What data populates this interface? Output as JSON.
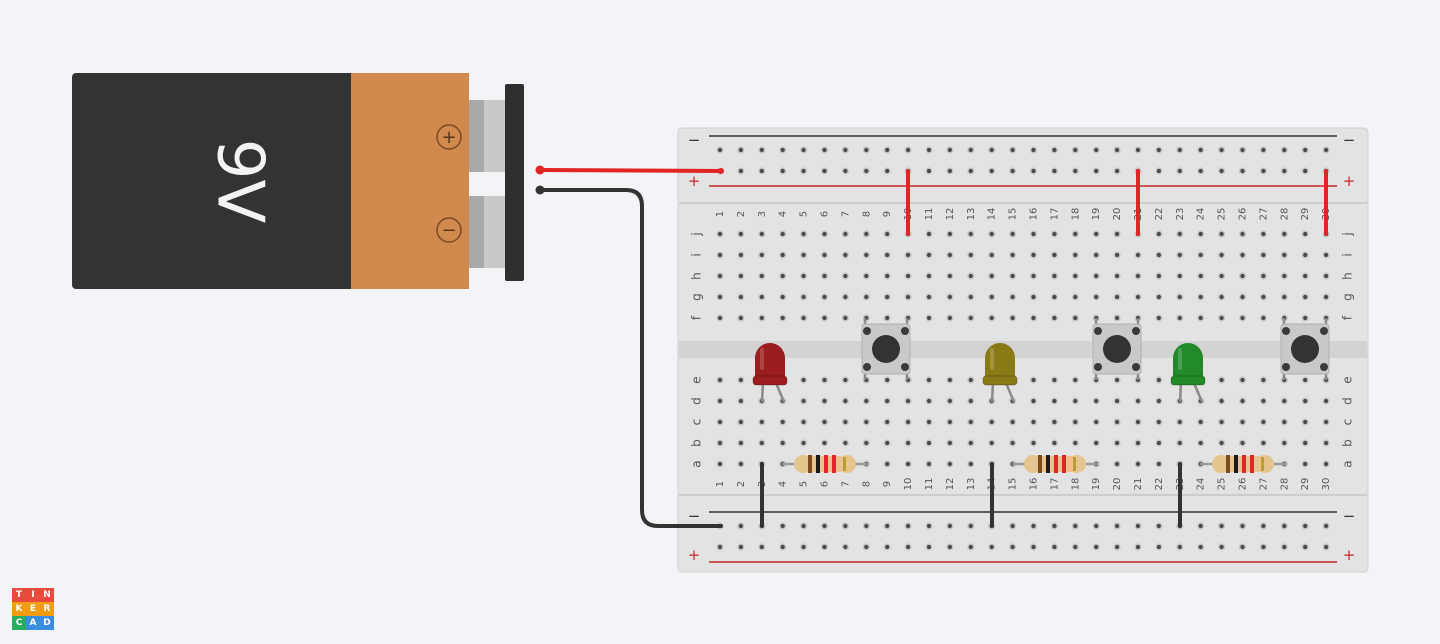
{
  "battery": {
    "label": "9V",
    "plus_symbol": "+",
    "minus_symbol": "−"
  },
  "breadboard": {
    "columns": [
      "1",
      "2",
      "3",
      "4",
      "5",
      "6",
      "7",
      "8",
      "9",
      "10",
      "11",
      "12",
      "13",
      "14",
      "15",
      "16",
      "17",
      "18",
      "19",
      "20",
      "21",
      "22",
      "23",
      "24",
      "25",
      "26",
      "27",
      "28",
      "29",
      "30"
    ],
    "top_rows": [
      "j",
      "i",
      "h",
      "g",
      "f"
    ],
    "bottom_rows": [
      "e",
      "d",
      "c",
      "b",
      "a"
    ],
    "rail_minus": "−",
    "rail_plus": "+"
  },
  "components": {
    "leds": [
      {
        "color": "red",
        "fill": "#9c1d1d"
      },
      {
        "color": "yellow",
        "fill": "#8a7a16"
      },
      {
        "color": "green",
        "fill": "#238a2a"
      }
    ],
    "buttons_count": 3,
    "resistors_count": 3
  },
  "wires": {
    "positive_color": "#e02525",
    "negative_color": "#333333"
  },
  "logo": {
    "letters": [
      "T",
      "I",
      "N",
      "K",
      "E",
      "R",
      "C",
      "A",
      "D"
    ],
    "colors": [
      "#e84b3c",
      "#e84b3c",
      "#e84b3c",
      "#f39c12",
      "#f39c12",
      "#f39c12",
      "#27ae60",
      "#3a8de0",
      "#3a8de0"
    ]
  }
}
